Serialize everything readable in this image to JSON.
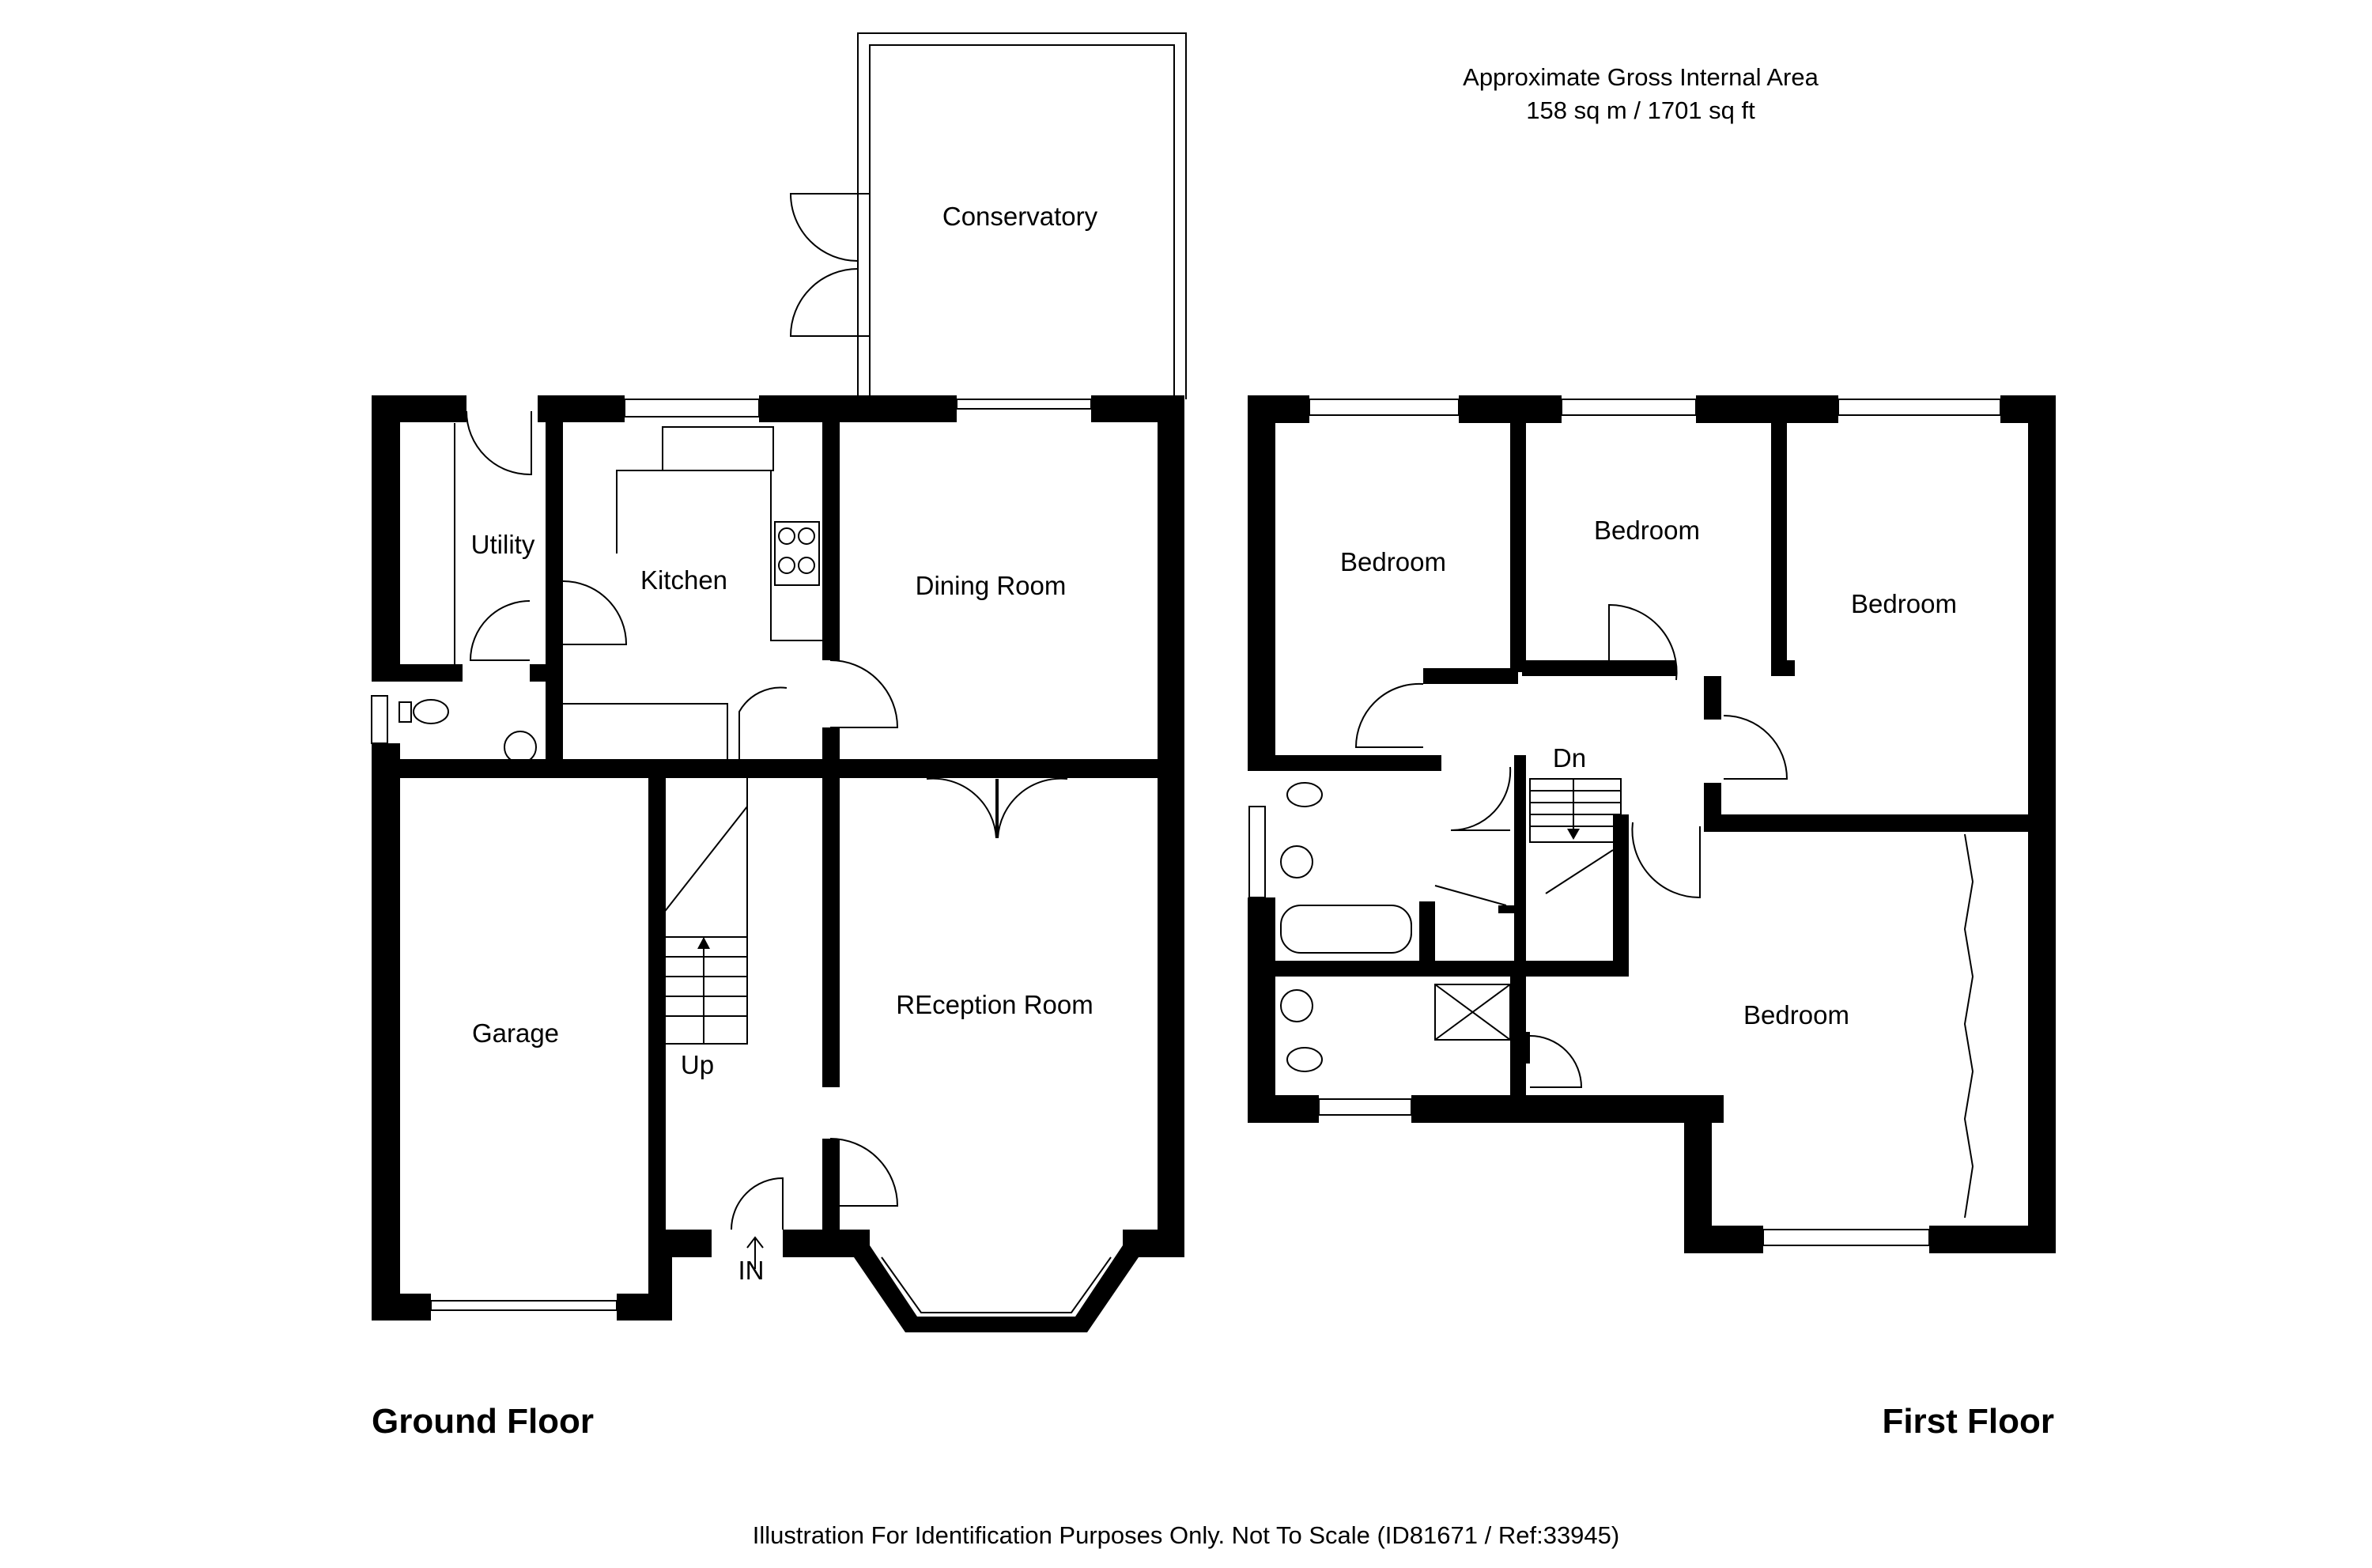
{
  "area": {
    "title": "Approximate Gross Internal Area",
    "value": "158 sq m / 1701 sq ft"
  },
  "ground_floor": {
    "label": "Ground Floor",
    "rooms": {
      "conservatory": "Conservatory",
      "utility": "Utility",
      "kitchen": "Kitchen",
      "dining": "Dining Room",
      "reception": "REception Room",
      "garage": "Garage"
    },
    "stairs_label": "Up",
    "entrance_label": "IN"
  },
  "first_floor": {
    "label": "First Floor",
    "rooms": {
      "bed1": "Bedroom",
      "bed2": "Bedroom",
      "bed3": "Bedroom",
      "bed4": "Bedroom"
    },
    "stairs_label": "Dn"
  },
  "footer": {
    "note": "Illustration For Identification Purposes Only. Not To Scale (ID81671 / Ref:33945)"
  }
}
